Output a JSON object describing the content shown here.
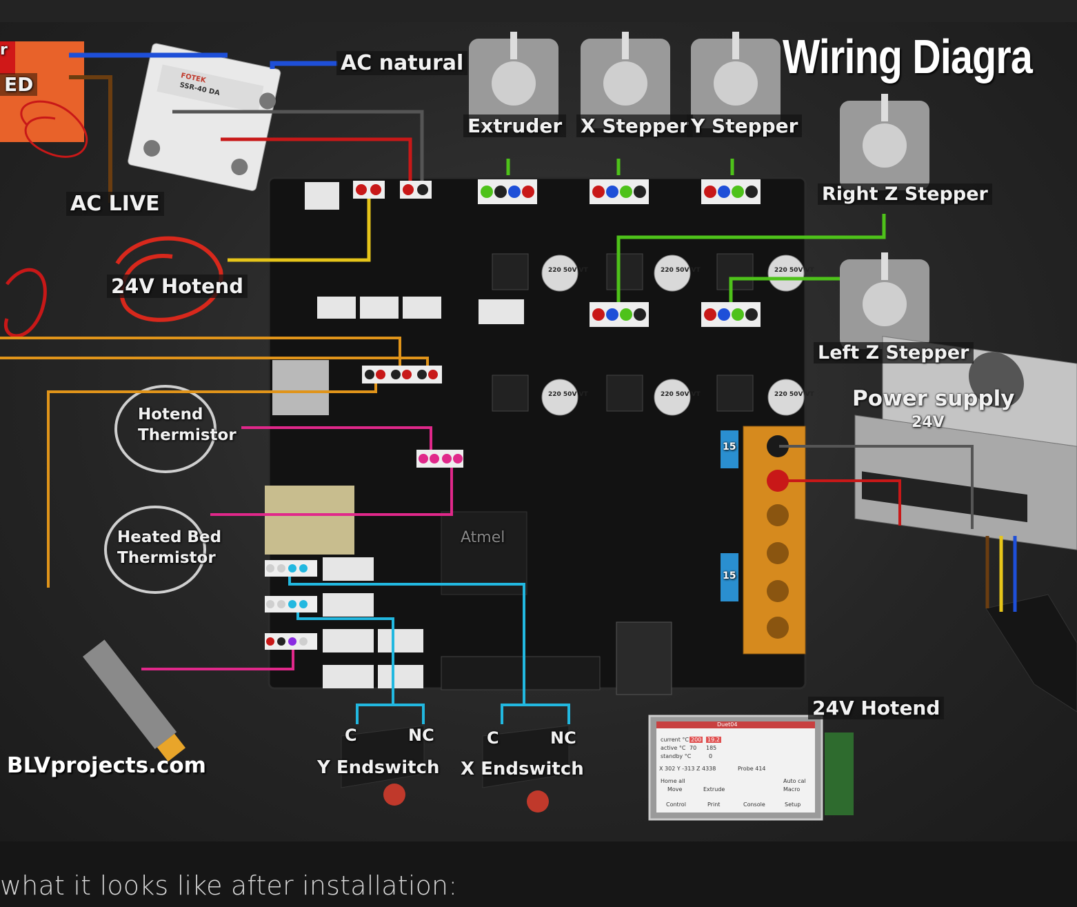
{
  "diagram": {
    "title": "Wiring Diagra",
    "site": "BLVprojects.com",
    "heated_bed_partial": "ED",
    "heated_bed_partial_top": "r",
    "labels": {
      "ac_natural": "AC natural",
      "ac_live": "AC LIVE",
      "extruder": "Extruder",
      "x_stepper": "X Stepper",
      "y_stepper": "Y Stepper",
      "right_z": "Right Z Stepper",
      "left_z": "Left Z Stepper",
      "power_supply": "Power supply",
      "power_supply_voltage": "24V",
      "hotend_24v": "24V Hotend",
      "hotend_thermistor_1": "Hotend",
      "hotend_thermistor_2": "Thermistor",
      "bed_thermistor_1": "Heated Bed",
      "bed_thermistor_2": "Thermistor",
      "y_endswitch": "Y Endswitch",
      "x_endswitch": "X Endswitch",
      "display_label": "24V Hotend",
      "c": "C",
      "nc": "NC"
    },
    "board": {
      "chip": "Atmel",
      "caps": "220 50V VT",
      "fuse": "15"
    },
    "ssr": {
      "brand": "FOTEK",
      "model": "SSR-40 DA"
    },
    "lcd": {
      "title": "Duet04",
      "current_label": "current °C",
      "current_a": "200",
      "current_b": "19.2",
      "active_label": "active °C",
      "active_a": "70",
      "active_b": "185",
      "standby_label": "standby °C",
      "standby_b": "0",
      "coords": "X 302    Y -313    Z 4338",
      "probe": "Probe 414",
      "home_all": "Home all",
      "auto_cal": "Auto cal",
      "move": "Move",
      "extrude": "Extrude",
      "macro": "Macro",
      "control": "Control",
      "print": "Print",
      "console": "Console",
      "setup": "Setup"
    },
    "colors": {
      "wire_blue": "#1e4fd8",
      "wire_red": "#c81818",
      "wire_yellow": "#e6c51a",
      "wire_orange": "#e0941a",
      "wire_green": "#4ec21a",
      "wire_magenta": "#e0288a",
      "wire_cyan": "#22b8e0",
      "wire_black": "#222222",
      "wire_brown": "#6b3d10"
    }
  },
  "caption": "what it looks like after installation:"
}
